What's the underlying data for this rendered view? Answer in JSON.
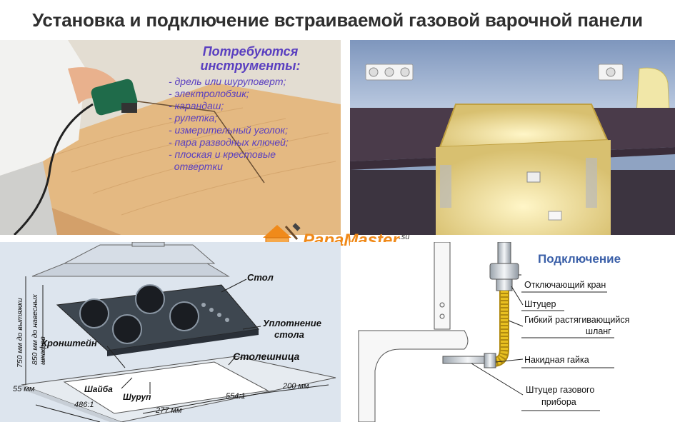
{
  "title": "Установка и подключение встраиваемой газовой варочной панели",
  "tools": {
    "heading_line1": "Потребуются",
    "heading_line2": "инструменты:",
    "items": [
      "- дрель или шуруповерт;",
      "- электролобзик;",
      "- карандаш;",
      "- рулетка;",
      "- измерительный уголок;",
      "- пара разводных ключей;",
      "- плоская и крестовые",
      "  отвертки"
    ]
  },
  "logo": {
    "text": "PapaMaster",
    "suffix": ".su",
    "brand_color": "#f08a1a"
  },
  "diagram": {
    "labels": {
      "table": "Стол",
      "seal_line1": "Уплотнение",
      "seal_line2": "стола",
      "countertop": "Столешница",
      "bracket": "Кронштейн",
      "washer": "Шайба",
      "screw": "Шуруп"
    },
    "dimensions": {
      "d750": "750 мм до вытяжки",
      "d850": "850 мм до навесных шкафов",
      "d55": "55 мм",
      "d486": "486:1",
      "d277": "277 мм",
      "d554": "554:1",
      "d200": "200 мм"
    }
  },
  "connection": {
    "heading": "Подключение",
    "labels": {
      "valve": "Отключающий кран",
      "fitting": "Штуцер",
      "hose_line1": "Гибкий растягивающийся",
      "hose_line2": "шланг",
      "nut": "Накидная гайка",
      "device_fitting_line1": "Штуцер газового",
      "device_fitting_line2": "прибора"
    },
    "hose_color": "#e8c020"
  }
}
